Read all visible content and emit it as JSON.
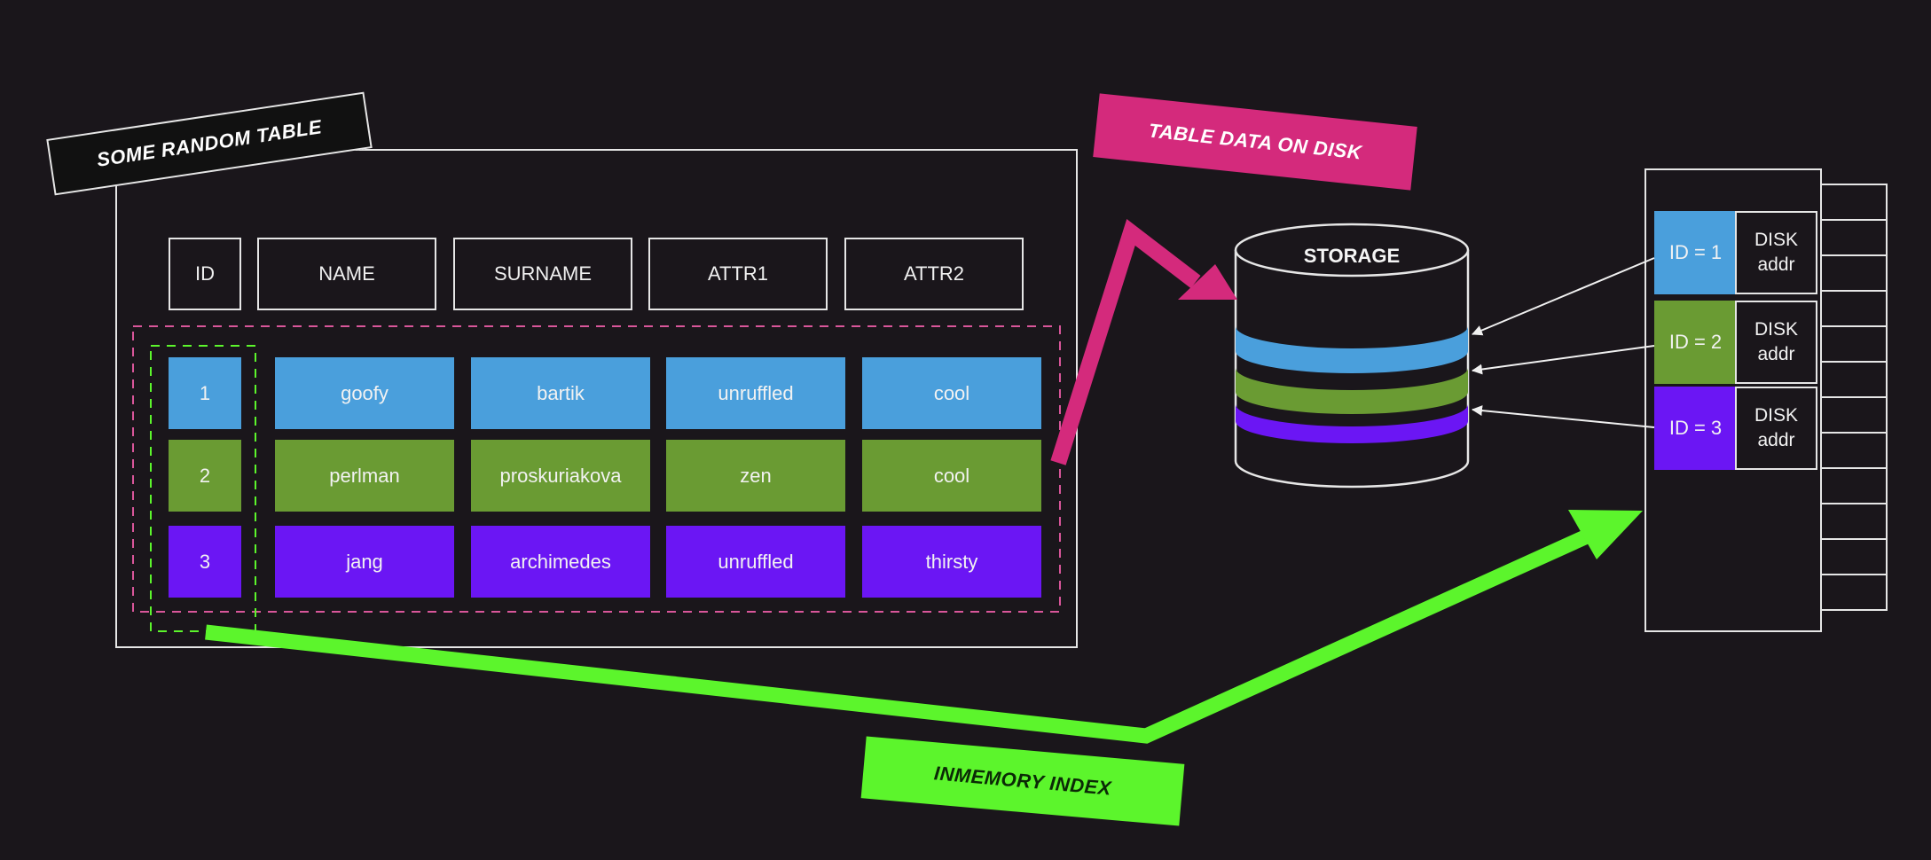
{
  "labels": {
    "table_title": "SOME RANDOM TABLE",
    "disk_label": "TABLE DATA ON DISK",
    "index_label": "INMEMORY INDEX",
    "storage": "STORAGE"
  },
  "table": {
    "headers": [
      "ID",
      "NAME",
      "SURNAME",
      "ATTR1",
      "ATTR2"
    ],
    "rows": [
      [
        "1",
        "goofy",
        "bartik",
        "unruffled",
        "cool"
      ],
      [
        "2",
        "perlman",
        "proskuriakova",
        "zen",
        "cool"
      ],
      [
        "3",
        "jang",
        "archimedes",
        "unruffled",
        "thirsty"
      ]
    ]
  },
  "index": {
    "entries": [
      {
        "key": "ID = 1",
        "value_line1": "DISK",
        "value_line2": "addr"
      },
      {
        "key": "ID = 2",
        "value_line1": "DISK",
        "value_line2": "addr"
      },
      {
        "key": "ID = 3",
        "value_line1": "DISK",
        "value_line2": "addr"
      }
    ]
  },
  "colors": {
    "background": "#1a161b",
    "row1": "#4a9fdc",
    "row2": "#6a9b33",
    "row3": "#6b16f4",
    "disk_tag": "#d42a7c",
    "index_tag": "#5cf52c",
    "outline": "#e6e6e6"
  }
}
